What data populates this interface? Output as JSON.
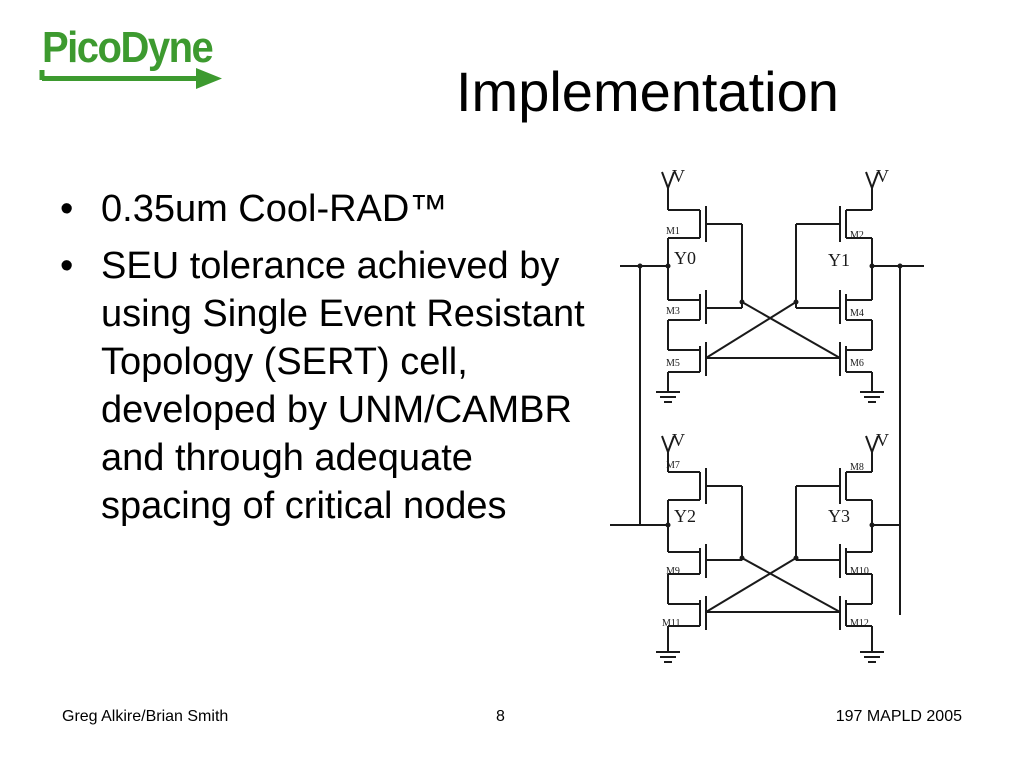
{
  "logo": {
    "text": "PicoDyne"
  },
  "slide": {
    "title": "Implementation"
  },
  "bullets": [
    {
      "marker": "•",
      "text": "0.35um Cool-RAD™"
    },
    {
      "marker": "•",
      "text": "SEU tolerance achieved by using Single Event Resistant Topology (SERT) cell, developed by UNM/CAMBR and through adequate spacing of critical nodes"
    }
  ],
  "circuit": {
    "supply_label": "V",
    "nodes": [
      "Y0",
      "Y1",
      "Y2",
      "Y3"
    ],
    "transistors": [
      "M1",
      "M2",
      "M3",
      "M4",
      "M5",
      "M6",
      "M7",
      "M8",
      "M9",
      "M10",
      "M11",
      "M12"
    ]
  },
  "footer": {
    "authors": "Greg Alkire/Brian Smith",
    "page": "8",
    "event": "197 MAPLD 2005"
  },
  "colors": {
    "logo_green": "#3d9a2f",
    "text": "#000000",
    "background": "#ffffff"
  }
}
